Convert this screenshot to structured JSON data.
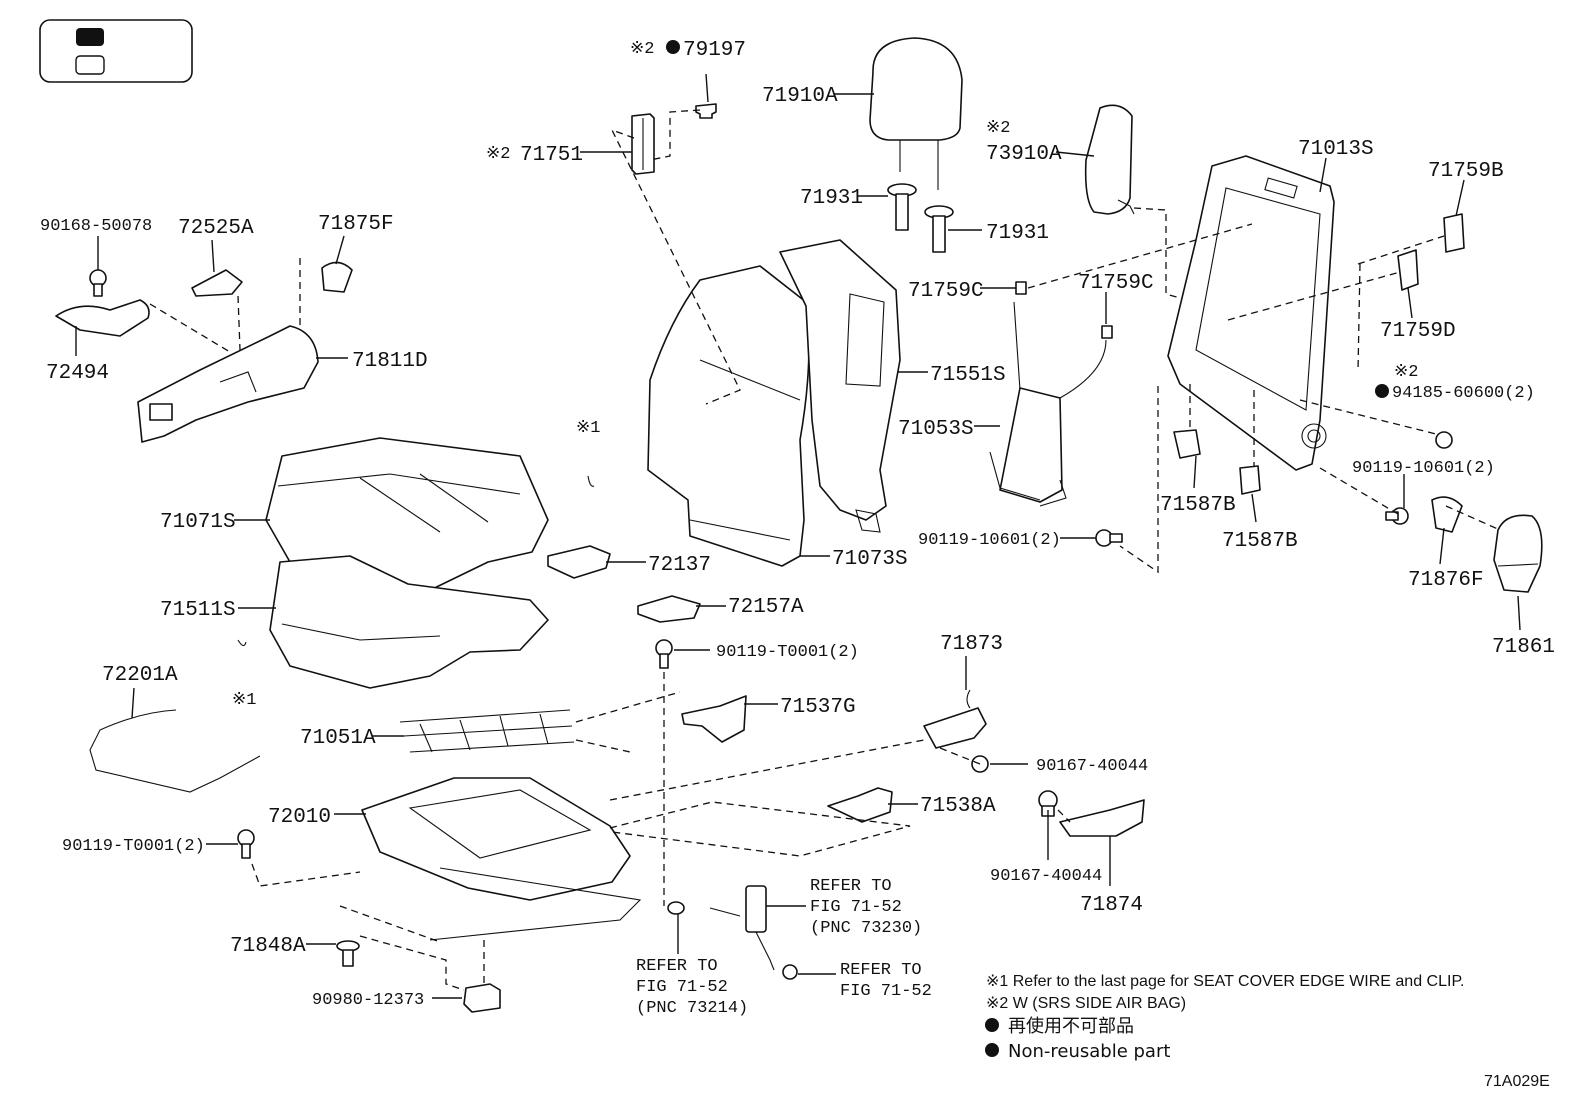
{
  "legend_box": {
    "filled": "",
    "empty": ""
  },
  "labels": {
    "p79197": "79197",
    "p71910A": "71910A",
    "p73910A": "73910A",
    "p71013S": "71013S",
    "p71759B": "71759B",
    "p71751": "71751",
    "p71931a": "71931",
    "p71931b": "71931",
    "p90168": "90168-50078",
    "p72525A": "72525A",
    "p71875F": "71875F",
    "p71759C_a": "71759C",
    "p71759C_b": "71759C",
    "p71551S": "71551S",
    "p71759D": "71759D",
    "p72494": "72494",
    "p71811D": "71811D",
    "p94185": "94185-60600(2)",
    "p71053S": "71053S",
    "p71071S": "71071S",
    "p90119_10601_a": "90119-10601(2)",
    "p71587B_a": "71587B",
    "p71587B_b": "71587B",
    "p72137": "72137",
    "p71073S": "71073S",
    "p90119_10601_b": "90119-10601(2)",
    "p71876F": "71876F",
    "p71511S": "71511S",
    "p72157A": "72157A",
    "p71861": "71861",
    "p90119_T0001_a": "90119-T0001(2)",
    "p72201A": "72201A",
    "p71873": "71873",
    "p71537G": "71537G",
    "p71051A": "71051A",
    "p90167_a": "90167-40044",
    "p72010": "72010",
    "p71538A": "71538A",
    "p90119_T0001_b": "90119-T0001(2)",
    "p90167_b": "90167-40044",
    "p71874": "71874",
    "p71848A": "71848A",
    "p90980": "90980-12373"
  },
  "marks": {
    "m2_79197": "※2",
    "m2_71751": "※2",
    "m2_73910A": "※2",
    "m2_94185": "※2",
    "m1_upper": "※1",
    "m1_lower": "※1"
  },
  "refs": {
    "r1_l1": "REFER TO",
    "r1_l2": "FIG 71-52",
    "r1_l3": "(PNC 73230)",
    "r2_l1": "REFER TO",
    "r2_l2": "FIG 71-52",
    "r2_l3": "(PNC 73214)",
    "r3_l1": "REFER TO",
    "r3_l2": "FIG 71-52"
  },
  "notes": {
    "n1": "※1  Refer to the last page for SEAT COVER EDGE WIRE and CLIP.",
    "n2": "※2  W (SRS SIDE AIR BAG)",
    "n3": "再使用不可部品",
    "n4": "Non-reusable part"
  },
  "figure_code": "71A029E"
}
